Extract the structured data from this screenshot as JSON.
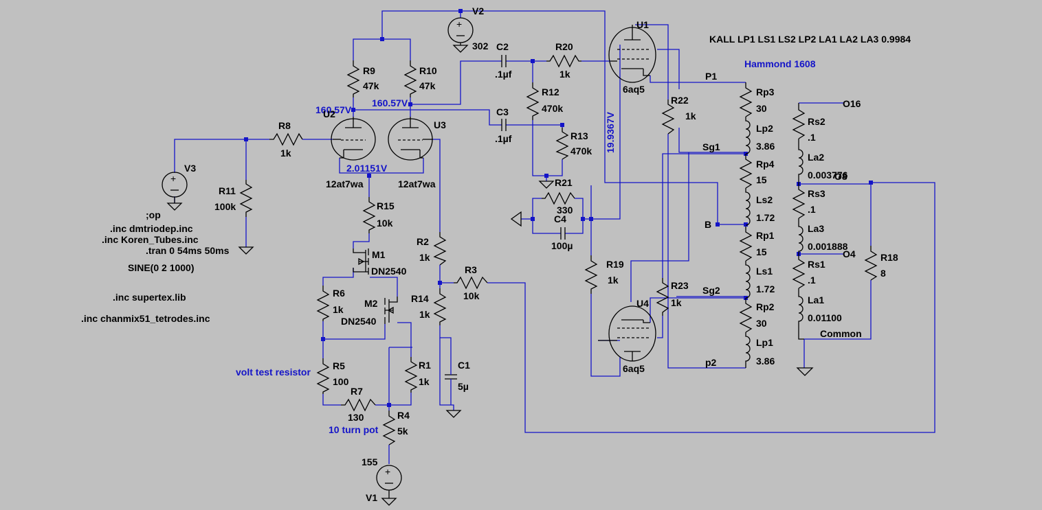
{
  "directives": {
    "coupling": "KALL LP1 LS1 LS2 LP2 LA1 LA2 LA3 0.9984",
    "transformer": "Hammond 1608",
    "op": ";op",
    "inc1": ".inc dmtriodep.inc",
    "inc2": ".inc Koren_Tubes.inc",
    "tran": ".tran 0 54ms 50ms",
    "sine": "SINE(0 2 1000)",
    "inc3": ".inc supertex.lib",
    "inc4": ".inc chanmix51_tetrodes.inc"
  },
  "probes": {
    "v_plate_u2": "160.57V",
    "v_plate_u3": "160.57V",
    "v_cathode": "2.01151V",
    "v_output": "19.9367V"
  },
  "notes": {
    "volt_test": "volt test resistor",
    "pot": "10 turn pot"
  },
  "components": {
    "V2": {
      "ref": "V2",
      "value": "302"
    },
    "V3": {
      "ref": "V3"
    },
    "V1": {
      "ref": "V1",
      "value": "155"
    },
    "U1": {
      "ref": "U1",
      "model": "6aq5"
    },
    "U2": {
      "ref": "U2",
      "model": "12at7wa"
    },
    "U3": {
      "ref": "U3",
      "model": "12at7wa"
    },
    "U4": {
      "ref": "U4",
      "model": "6aq5"
    },
    "M1": {
      "ref": "M1",
      "model": "DN2540"
    },
    "M2": {
      "ref": "M2",
      "model": "DN2540"
    },
    "R1": {
      "ref": "R1",
      "value": "1k"
    },
    "R2": {
      "ref": "R2",
      "value": "1k"
    },
    "R3": {
      "ref": "R3",
      "value": "10k"
    },
    "R4": {
      "ref": "R4",
      "value": "5k"
    },
    "R5": {
      "ref": "R5",
      "value": "100"
    },
    "R6": {
      "ref": "R6",
      "value": "1k"
    },
    "R7": {
      "ref": "R7",
      "value": "130"
    },
    "R8": {
      "ref": "R8",
      "value": "1k"
    },
    "R9": {
      "ref": "R9",
      "value": "47k"
    },
    "R10": {
      "ref": "R10",
      "value": "47k"
    },
    "R11": {
      "ref": "R11",
      "value": "100k"
    },
    "R12": {
      "ref": "R12",
      "value": "470k"
    },
    "R13": {
      "ref": "R13",
      "value": "470k"
    },
    "R14": {
      "ref": "R14",
      "value": "1k"
    },
    "R15": {
      "ref": "R15",
      "value": "10k"
    },
    "R18": {
      "ref": "R18",
      "value": "8"
    },
    "R19": {
      "ref": "R19",
      "value": "1k"
    },
    "R20": {
      "ref": "R20",
      "value": "1k"
    },
    "R21": {
      "ref": "R21",
      "value": "330"
    },
    "R22": {
      "ref": "R22",
      "value": "1k"
    },
    "R23": {
      "ref": "R23",
      "value": "1k"
    },
    "C1": {
      "ref": "C1",
      "value": "5µ"
    },
    "C2": {
      "ref": "C2",
      "value": ".1µf"
    },
    "C3": {
      "ref": "C3",
      "value": ".1µf"
    },
    "C4": {
      "ref": "C4",
      "value": "100µ"
    },
    "Rp3": {
      "ref": "Rp3",
      "value": "30"
    },
    "Lp2": {
      "ref": "Lp2",
      "value": "3.86"
    },
    "Rp4": {
      "ref": "Rp4",
      "value": "15"
    },
    "Ls2": {
      "ref": "Ls2",
      "value": "1.72"
    },
    "Rp1": {
      "ref": "Rp1",
      "value": "15"
    },
    "Ls1": {
      "ref": "Ls1",
      "value": "1.72"
    },
    "Rp2": {
      "ref": "Rp2",
      "value": "30"
    },
    "Lp1": {
      "ref": "Lp1",
      "value": "3.86"
    },
    "Rs2": {
      "ref": "Rs2",
      "value": ".1"
    },
    "La2": {
      "ref": "La2",
      "value": "0.003776"
    },
    "Rs3": {
      "ref": "Rs3",
      "value": ".1"
    },
    "La3": {
      "ref": "La3",
      "value": "0.001888"
    },
    "Rs1": {
      "ref": "Rs1",
      "value": ".1"
    },
    "La1": {
      "ref": "La1",
      "value": "0.01100"
    }
  },
  "nets": {
    "p1": "P1",
    "sg1": "Sg1",
    "b": "B",
    "sg2": "Sg2",
    "p2": "p2",
    "o16": "O16",
    "o8": "O8",
    "o4": "O4",
    "common": "Common"
  }
}
